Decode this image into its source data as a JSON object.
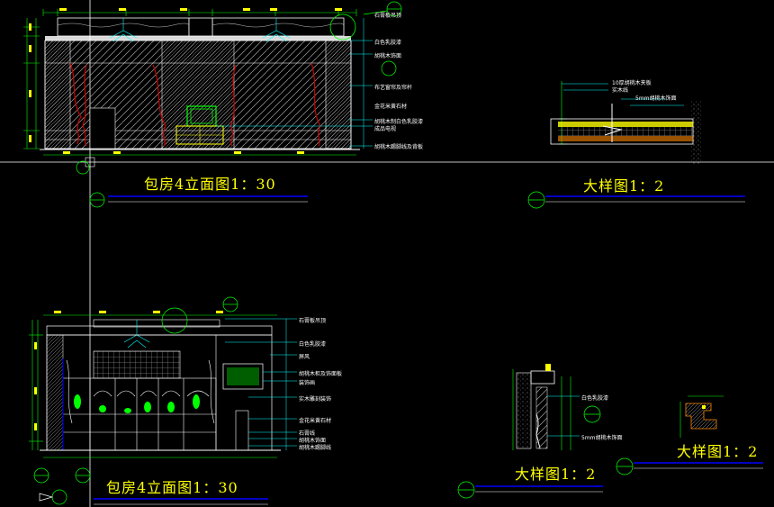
{
  "drawing": {
    "titles": {
      "elevation_top": "包房4立面图1：30",
      "detail_top": "大样图1：2",
      "elevation_bottom": "包房4立面图1：30",
      "detail_bottom_mid": "大样图1：2",
      "detail_bottom_right": "大样图1：2"
    },
    "callouts_top_elevation": [
      "石膏板吊顶",
      "白色乳胶漆",
      "胡桃木饰面",
      "布艺窗帘及帘杆",
      "金花米黄石材",
      "胡桃木制白色乳胶漆",
      "成品电视",
      "胡桃木踢脚线及背板"
    ],
    "callouts_detail_top": [
      "10厚胡桃木夹板",
      "实木线",
      "5mm胡桃木饰面"
    ],
    "callouts_bottom_elevation": [
      "石膏板吊顶",
      "白色乳胶漆",
      "屏风",
      "胡桃木柜及饰面板",
      "装饰画",
      "实木雕刻装饰",
      "金花米黄石材",
      "石膏线",
      "胡桃木饰面",
      "胡桃木踢脚线"
    ],
    "callouts_detail_bottom": [
      "白色乳胶漆",
      "5mm胡桃木饰面"
    ],
    "colors": {
      "background": "#000000",
      "title": "#ffff00",
      "dimension": "#00ff00",
      "callout_line": "#00ffff",
      "underline": "#0000ff",
      "drape": "#cc0000",
      "wall_hatch": "#808080",
      "annotation": "#ffffff"
    }
  }
}
